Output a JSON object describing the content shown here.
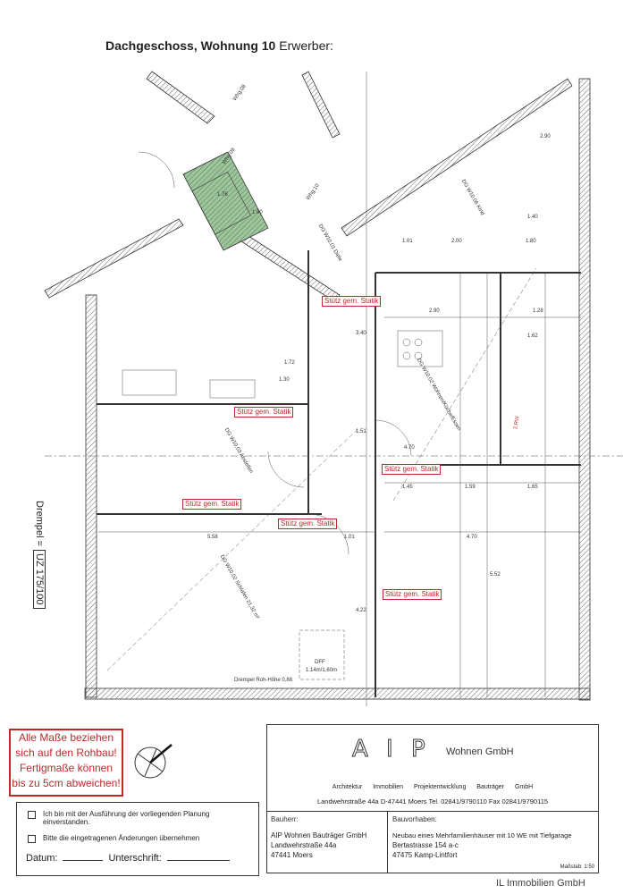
{
  "title": {
    "bold": "Dachgeschoss, Wohnung 10",
    "rest": " Erwerber:"
  },
  "plan": {
    "stuetz_label": "Stütz gem. Statik",
    "drempel_label": "Drempel =",
    "drempel_value": "UZ 175/100",
    "dims": [
      "5.58",
      "1.01",
      "4.70",
      "2.90",
      "1.28",
      "1.62",
      "1.45",
      "1.59",
      "1.65",
      "4.70",
      "3.40",
      "1.51",
      "4.22",
      "5.52",
      "2.90",
      "1.80",
      "1.40",
      "2.00",
      "1.01",
      "1.72",
      "1.30",
      "1.76",
      "1.60"
    ],
    "notes": {
      "drempel_roh": "Drempel Roh-Höhe 0,88",
      "dff": "DFF",
      "dff_size": "1.14m/1.60m",
      "whg10": "Whg.10",
      "whg09": "Whg.09",
      "whg08": "Whg.08",
      "rw": "2.RW",
      "room1": "DG W10.02 Schlafen 21.32 m²",
      "room2": "DG W10.02 Wohnen/Küche/Essen",
      "room3": "DG W10.01 Diele",
      "room4": "DG W10.06 Kind",
      "room5": "DG W10.03 Abstellen"
    }
  },
  "warning": [
    "Alle Maße beziehen",
    "sich auf den Rohbau!",
    "Fertigmaße können",
    "bis zu 5cm abweichen!"
  ],
  "approval": {
    "item1": "Ich bin mit der Ausführung der vorliegenden Planung einverstanden.",
    "item2": "Bitte die eingetragenen Änderungen übernehmen",
    "date_label": "Datum:",
    "sign_label": "Unterschrift:"
  },
  "titleblock": {
    "logo": "AIP",
    "logo_sub": "Wohnen GmbH",
    "services": "Architektur Immobilien Projektentwicklung Bauträger GmbH",
    "address": "Landwehrstraße 44a   D-47441 Moers   Tel. 02841/9790110   Fax 02841/9790115",
    "bauherr_label": "Bauherr:",
    "bauherr": [
      "AIP Wohnen Bauträger GmbH",
      "Landwehrstraße 44a",
      "47441 Moers"
    ],
    "vorhaben_label": "Bauvorhaben:",
    "vorhaben": [
      "Neubau eines Mehrfamilienhäuser mit 10 WE mit Tiefgarage",
      "Bertastrasse 154 a-c",
      "47475 Kamp-Lintfort"
    ],
    "scale": "Maßstab: 1:50"
  },
  "watermark": "IL Immobilien GmbH",
  "colors": {
    "red": "#c0282a",
    "green": "#9cc79a"
  }
}
